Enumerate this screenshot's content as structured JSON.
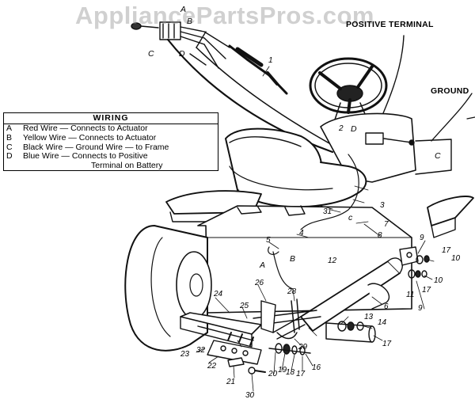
{
  "watermark": "AppliancePartsPros.com",
  "wiring": {
    "title": "WIRING",
    "rows": [
      {
        "code": "A",
        "text": "Red Wire — Connects to Actuator"
      },
      {
        "code": "B",
        "text": "Yellow Wire — Connects to Actuator"
      },
      {
        "code": "C",
        "text": "Black Wire — Ground Wire — to Frame"
      },
      {
        "code": "D",
        "text": "Blue Wire — Connects to Positive"
      },
      {
        "code": "",
        "text": "Terminal on Battery"
      }
    ]
  },
  "callouts": {
    "positive_terminal": "POSITIVE TERMINAL",
    "ground": "GROUND",
    "letters": [
      "A",
      "B",
      "C",
      "D",
      "D",
      "C",
      "A",
      "B",
      "c"
    ],
    "numbers": [
      "1",
      "2",
      "3",
      "4",
      "5",
      "6",
      "7",
      "8",
      "9",
      "9",
      "10",
      "10",
      "11",
      "12",
      "13",
      "14",
      "16",
      "17",
      "17",
      "17",
      "17",
      "18",
      "19",
      "20",
      "21",
      "22",
      "23",
      "24",
      "25",
      "26",
      "28",
      "29",
      "30",
      "31",
      "32"
    ]
  }
}
